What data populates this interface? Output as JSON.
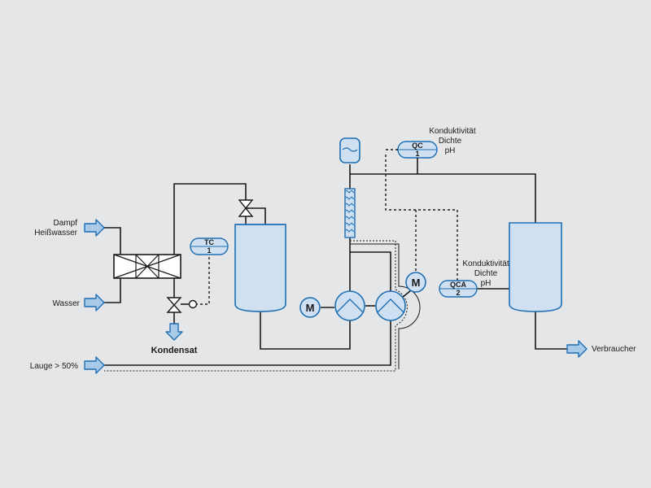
{
  "colors": {
    "background": "#e5e6e8",
    "vessel_fill": "#cfe0f2",
    "vessel_stroke": "#1f6fb3",
    "line": "#1a1a1a",
    "arrow_fill": "#a9c9e8"
  },
  "labels": {
    "dampf": "Dampf",
    "heisswasser": "Heißwasser",
    "wasser": "Wasser",
    "kondensat": "Kondensat",
    "lauge": "Lauge > 50%",
    "verbraucher": "Verbraucher",
    "motor": "M"
  },
  "instruments": {
    "tc": {
      "tag": "TC",
      "num": "1"
    },
    "qc": {
      "tag": "QC",
      "num": "1",
      "notes": [
        "Konduktivität",
        "Dichte",
        "pH"
      ]
    },
    "qca": {
      "tag": "QCA",
      "num": "2",
      "notes": [
        "Konduktivität",
        "Dichte",
        "pH"
      ]
    }
  }
}
